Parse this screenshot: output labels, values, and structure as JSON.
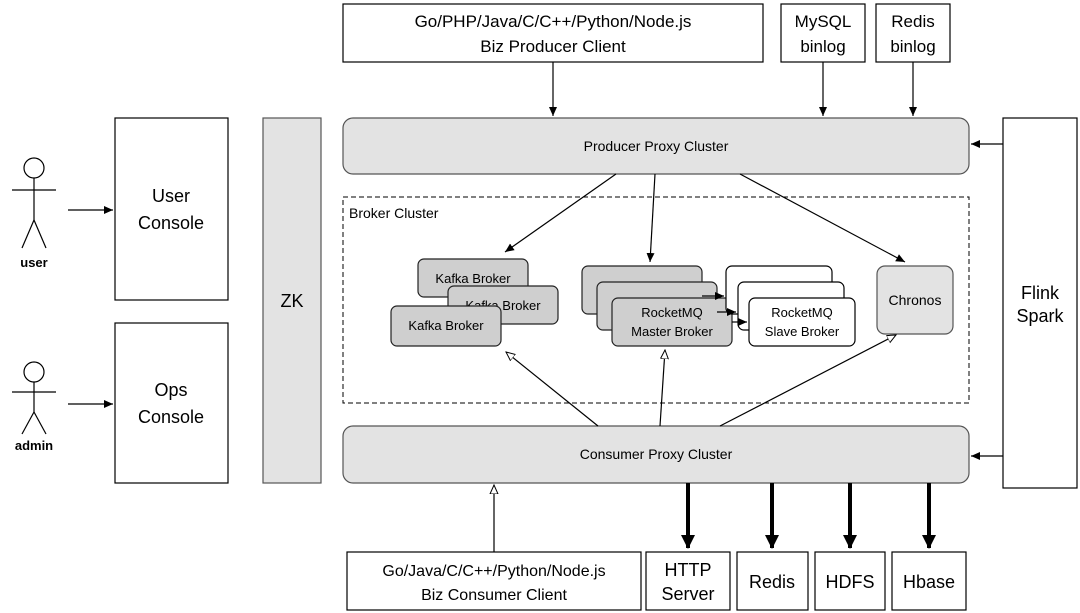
{
  "producer_client": {
    "line1": "Go/PHP/Java/C/C++/Python/Node.js",
    "line2": "Biz Producer Client"
  },
  "mysql": {
    "line1": "MySQL",
    "line2": "binlog"
  },
  "redis_binlog": {
    "line1": "Redis",
    "line2": "binlog"
  },
  "producer_proxy": "Producer Proxy Cluster",
  "consumer_proxy": "Consumer Proxy Cluster",
  "broker_cluster": "Broker Cluster",
  "kafka": {
    "back1": "Kafka Broker",
    "back2": "Kafka Broker",
    "front": "Kafka Broker"
  },
  "rocketmq_master": {
    "line1": "RocketMQ",
    "line2": "Master Broker"
  },
  "rocketmq_slave": {
    "line1": "RocketMQ",
    "line2": "Slave Broker"
  },
  "chronos": "Chronos",
  "zk": "ZK",
  "flink": {
    "line1": "Flink",
    "line2": "Spark"
  },
  "user_console": {
    "line1": "User",
    "line2": "Console"
  },
  "ops_console": {
    "line1": "Ops",
    "line2": "Console"
  },
  "actors": {
    "user": "user",
    "admin": "admin"
  },
  "consumer_client": {
    "line1": "Go/Java/C/C++/Python/Node.js",
    "line2": "Biz Consumer Client"
  },
  "sinks": {
    "http1": "HTTP",
    "http2": "Server",
    "redis": "Redis",
    "hdfs": "HDFS",
    "hbase": "Hbase"
  }
}
